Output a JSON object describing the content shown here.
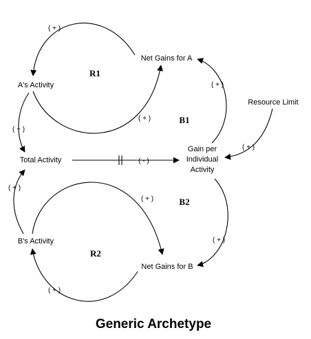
{
  "diagram": {
    "title": "Generic Archetype",
    "nodes": {
      "net_gains_a": "Net Gains for A",
      "a_activity": "A's Activity",
      "total_activity": "Total Activity",
      "gain_line1": "Gain per",
      "gain_line2": "Individual",
      "gain_line3": "Activity",
      "resource_limit": "Resource Limit",
      "b_activity": "B's Activity",
      "net_gains_b": "Net Gains for B"
    },
    "loops": {
      "r1": "R1",
      "r2": "R2",
      "b1": "B1",
      "b2": "B2"
    },
    "polarities": {
      "top_left": "( + )",
      "r1_inner": "( + )",
      "net_a_in": "( + )",
      "a_to_total": "( + )",
      "total_to_gain": "( - )",
      "resource_in": "( + )",
      "b_to_total": "( + )",
      "r2_inner": "( + )",
      "net_b_in": "( + )",
      "bottom_left": "( + )"
    }
  }
}
